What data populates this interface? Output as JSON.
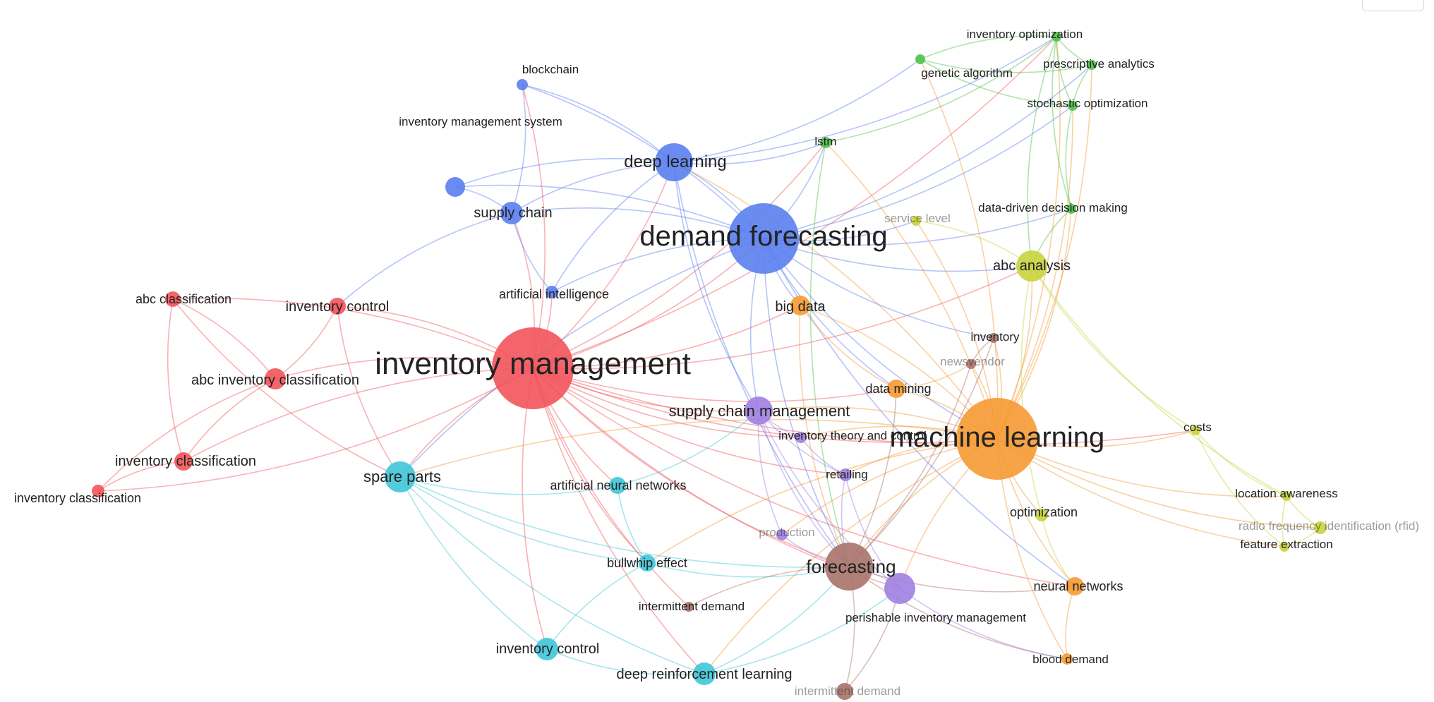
{
  "title": "",
  "colors": {
    "red": "#f2545b",
    "blue": "#5a7ff0",
    "green": "#4fc24a",
    "yellow": "#c8d33c",
    "cyan": "#3fc7d9",
    "purple": "#a07fe0",
    "orange": "#f59a33",
    "brown": "#a8736a"
  },
  "nodes": [
    {
      "id": "im",
      "label": "inventory management",
      "cluster": "red",
      "weight": 10
    },
    {
      "id": "iac",
      "label": "abc inventory classification",
      "cluster": "red",
      "weight": 3
    },
    {
      "id": "ac",
      "label": "abc classification",
      "cluster": "red",
      "weight": 1
    },
    {
      "id": "ictrl_r",
      "label": "inventory control",
      "cluster": "red",
      "weight": 2
    },
    {
      "id": "icls1",
      "label": "inventory classification",
      "cluster": "red",
      "weight": 2
    },
    {
      "id": "icls2",
      "label": "inventory classification",
      "cluster": "red",
      "weight": 1
    },
    {
      "id": "df",
      "label": "demand forecasting",
      "cluster": "blue",
      "weight": 9
    },
    {
      "id": "dl",
      "label": "deep learning",
      "cluster": "blue",
      "weight": 5
    },
    {
      "id": "sc",
      "label": "supply chain",
      "cluster": "blue",
      "weight": 3
    },
    {
      "id": "bc",
      "label": "blockchain",
      "cluster": "blue",
      "weight": 1
    },
    {
      "id": "ims",
      "label": "inventory management system",
      "cluster": "blue",
      "weight": 1
    },
    {
      "id": "ai",
      "label": "artificial intelligence",
      "cluster": "blue",
      "weight": 1
    },
    {
      "id": "ml",
      "label": "machine learning",
      "cluster": "orange",
      "weight": 9
    },
    {
      "id": "bd",
      "label": "big data",
      "cluster": "orange",
      "weight": 2
    },
    {
      "id": "dm",
      "label": "data mining",
      "cluster": "orange",
      "weight": 2
    },
    {
      "id": "nn",
      "label": "neural networks",
      "cluster": "orange",
      "weight": 2
    },
    {
      "id": "bld",
      "label": "blood demand",
      "cluster": "orange",
      "weight": 1
    },
    {
      "id": "io",
      "label": "inventory optimization",
      "cluster": "green",
      "weight": 1
    },
    {
      "id": "ga",
      "label": "genetic algorithm",
      "cluster": "green",
      "weight": 1
    },
    {
      "id": "pa",
      "label": "prescriptive analytics",
      "cluster": "green",
      "weight": 1
    },
    {
      "id": "so",
      "label": "stochastic optimization",
      "cluster": "green",
      "weight": 1
    },
    {
      "id": "lstm",
      "label": "lstm",
      "cluster": "green",
      "weight": 1
    },
    {
      "id": "dddm",
      "label": "data-driven decision making",
      "cluster": "green",
      "weight": 1
    },
    {
      "id": "abc",
      "label": "abc analysis",
      "cluster": "yellow",
      "weight": 3
    },
    {
      "id": "sl",
      "label": "service level",
      "cluster": "yellow",
      "weight": 1
    },
    {
      "id": "costs",
      "label": "costs",
      "cluster": "yellow",
      "weight": 1
    },
    {
      "id": "la",
      "label": "location awareness",
      "cluster": "yellow",
      "weight": 1
    },
    {
      "id": "rfid",
      "label": "radio frequency identification (rfid)",
      "cluster": "yellow",
      "weight": 1
    },
    {
      "id": "fe",
      "label": "feature extraction",
      "cluster": "yellow",
      "weight": 1
    },
    {
      "id": "opt",
      "label": "optimization",
      "cluster": "yellow",
      "weight": 1
    },
    {
      "id": "sp",
      "label": "spare parts",
      "cluster": "cyan",
      "weight": 3
    },
    {
      "id": "ann",
      "label": "artificial neural networks",
      "cluster": "cyan",
      "weight": 2
    },
    {
      "id": "bw",
      "label": "bullwhip effect",
      "cluster": "cyan",
      "weight": 2
    },
    {
      "id": "ictrl_c",
      "label": "inventory control",
      "cluster": "cyan",
      "weight": 3
    },
    {
      "id": "drl",
      "label": "deep reinforcement learning",
      "cluster": "cyan",
      "weight": 3
    },
    {
      "id": "scm",
      "label": "supply chain management",
      "cluster": "purple",
      "weight": 3
    },
    {
      "id": "itc",
      "label": "inventory theory and control",
      "cluster": "purple",
      "weight": 1
    },
    {
      "id": "ret",
      "label": "retailing",
      "cluster": "purple",
      "weight": 1
    },
    {
      "id": "prod",
      "label": "production",
      "cluster": "purple",
      "weight": 1
    },
    {
      "id": "pim",
      "label": "perishable inventory management",
      "cluster": "purple",
      "weight": 3
    },
    {
      "id": "fc",
      "label": "forecasting",
      "cluster": "brown",
      "weight": 5
    },
    {
      "id": "inv",
      "label": "inventory",
      "cluster": "brown",
      "weight": 1
    },
    {
      "id": "nv",
      "label": "newsvendor",
      "cluster": "brown",
      "weight": 1
    },
    {
      "id": "idem",
      "label": "intermittent demand",
      "cluster": "brown",
      "weight": 1
    },
    {
      "id": "idem2",
      "label": "intermittent demand",
      "cluster": "brown",
      "weight": 2
    }
  ],
  "edges": [
    [
      "im",
      "df"
    ],
    [
      "im",
      "ml"
    ],
    [
      "im",
      "dl"
    ],
    [
      "im",
      "sc"
    ],
    [
      "im",
      "ai"
    ],
    [
      "im",
      "iac"
    ],
    [
      "im",
      "ac"
    ],
    [
      "im",
      "ictrl_r"
    ],
    [
      "im",
      "icls1"
    ],
    [
      "im",
      "sp"
    ],
    [
      "im",
      "scm"
    ],
    [
      "im",
      "fc"
    ],
    [
      "im",
      "bd"
    ],
    [
      "im",
      "bw"
    ],
    [
      "im",
      "drl"
    ],
    [
      "im",
      "ann"
    ],
    [
      "im",
      "abc"
    ],
    [
      "im",
      "itc"
    ],
    [
      "im",
      "nn"
    ],
    [
      "im",
      "io"
    ],
    [
      "im",
      "idem"
    ],
    [
      "im",
      "ictrl_c"
    ],
    [
      "im",
      "dm"
    ],
    [
      "im",
      "ret"
    ],
    [
      "im",
      "pim"
    ],
    [
      "im",
      "bc"
    ],
    [
      "im",
      "lstm"
    ],
    [
      "im",
      "costs"
    ],
    [
      "df",
      "ml"
    ],
    [
      "df",
      "dl"
    ],
    [
      "df",
      "sc"
    ],
    [
      "df",
      "ai"
    ],
    [
      "df",
      "bd"
    ],
    [
      "df",
      "lstm"
    ],
    [
      "df",
      "fc"
    ],
    [
      "df",
      "scm"
    ],
    [
      "df",
      "abc"
    ],
    [
      "df",
      "sl"
    ],
    [
      "df",
      "dm"
    ],
    [
      "df",
      "ims"
    ],
    [
      "df",
      "bc"
    ],
    [
      "df",
      "so"
    ],
    [
      "df",
      "dddm"
    ],
    [
      "df",
      "nn"
    ],
    [
      "df",
      "sp"
    ],
    [
      "df",
      "pa"
    ],
    [
      "df",
      "inv"
    ],
    [
      "ml",
      "bd"
    ],
    [
      "ml",
      "dm"
    ],
    [
      "ml",
      "nn"
    ],
    [
      "ml",
      "fc"
    ],
    [
      "ml",
      "abc"
    ],
    [
      "ml",
      "opt"
    ],
    [
      "ml",
      "costs"
    ],
    [
      "ml",
      "la"
    ],
    [
      "ml",
      "fe"
    ],
    [
      "ml",
      "rfid"
    ],
    [
      "ml",
      "scm"
    ],
    [
      "ml",
      "io"
    ],
    [
      "ml",
      "ga"
    ],
    [
      "ml",
      "so"
    ],
    [
      "ml",
      "pa"
    ],
    [
      "ml",
      "dddm"
    ],
    [
      "ml",
      "bld"
    ],
    [
      "ml",
      "pim"
    ],
    [
      "ml",
      "ret"
    ],
    [
      "ml",
      "drl"
    ],
    [
      "ml",
      "itc"
    ],
    [
      "ml",
      "inv"
    ],
    [
      "ml",
      "nv"
    ],
    [
      "ml",
      "sl"
    ],
    [
      "ml",
      "lstm"
    ],
    [
      "ml",
      "dl"
    ],
    [
      "ml",
      "sp"
    ],
    [
      "ml",
      "bw"
    ],
    [
      "ml",
      "prod"
    ],
    [
      "dl",
      "sc"
    ],
    [
      "dl",
      "bc"
    ],
    [
      "dl",
      "ims"
    ],
    [
      "dl",
      "lstm"
    ],
    [
      "dl",
      "ai"
    ],
    [
      "dl",
      "scm"
    ],
    [
      "dl",
      "fc"
    ],
    [
      "dl",
      "io"
    ],
    [
      "dl",
      "ga"
    ],
    [
      "sc",
      "bc"
    ],
    [
      "sc",
      "ims"
    ],
    [
      "sc",
      "ai"
    ],
    [
      "sc",
      "ictrl_r"
    ],
    [
      "iac",
      "ac"
    ],
    [
      "iac",
      "icls1"
    ],
    [
      "iac",
      "icls2"
    ],
    [
      "iac",
      "ictrl_r"
    ],
    [
      "ac",
      "icls1"
    ],
    [
      "icls1",
      "icls2"
    ],
    [
      "ictrl_r",
      "sp"
    ],
    [
      "ac",
      "sp"
    ],
    [
      "icls2",
      "im"
    ],
    [
      "io",
      "ga"
    ],
    [
      "io",
      "pa"
    ],
    [
      "io",
      "so"
    ],
    [
      "io",
      "dddm"
    ],
    [
      "io",
      "abc"
    ],
    [
      "ga",
      "pa"
    ],
    [
      "pa",
      "so"
    ],
    [
      "so",
      "dddm"
    ],
    [
      "dddm",
      "abc"
    ],
    [
      "ga",
      "so"
    ],
    [
      "lstm",
      "io"
    ],
    [
      "lstm",
      "fc"
    ],
    [
      "abc",
      "sl"
    ],
    [
      "abc",
      "costs"
    ],
    [
      "abc",
      "la"
    ],
    [
      "abc",
      "opt"
    ],
    [
      "costs",
      "la"
    ],
    [
      "la",
      "fe"
    ],
    [
      "la",
      "rfid"
    ],
    [
      "fe",
      "rfid"
    ],
    [
      "opt",
      "nn"
    ],
    [
      "costs",
      "fe"
    ],
    [
      "sp",
      "ann"
    ],
    [
      "sp",
      "bw"
    ],
    [
      "sp",
      "ictrl_c"
    ],
    [
      "sp",
      "drl"
    ],
    [
      "sp",
      "fc"
    ],
    [
      "ann",
      "bw"
    ],
    [
      "bw",
      "ictrl_c"
    ],
    [
      "ictrl_c",
      "drl"
    ],
    [
      "drl",
      "fc"
    ],
    [
      "drl",
      "pim"
    ],
    [
      "ann",
      "scm"
    ],
    [
      "bw",
      "fc"
    ],
    [
      "scm",
      "itc"
    ],
    [
      "scm",
      "ret"
    ],
    [
      "scm",
      "prod"
    ],
    [
      "scm",
      "pim"
    ],
    [
      "scm",
      "fc"
    ],
    [
      "itc",
      "ret"
    ],
    [
      "ret",
      "fc"
    ],
    [
      "prod",
      "fc"
    ],
    [
      "pim",
      "fc"
    ],
    [
      "ret",
      "pim"
    ],
    [
      "idem2",
      "fc"
    ],
    [
      "idem2",
      "pim"
    ],
    [
      "fc",
      "nn"
    ],
    [
      "fc",
      "inv"
    ],
    [
      "fc",
      "nv"
    ],
    [
      "fc",
      "idem"
    ],
    [
      "fc",
      "bld"
    ],
    [
      "fc",
      "dm"
    ],
    [
      "inv",
      "nv"
    ],
    [
      "dm",
      "nv"
    ],
    [
      "nn",
      "bld"
    ],
    [
      "bd",
      "dm"
    ],
    [
      "bd",
      "fc"
    ],
    [
      "pim",
      "bld"
    ]
  ]
}
